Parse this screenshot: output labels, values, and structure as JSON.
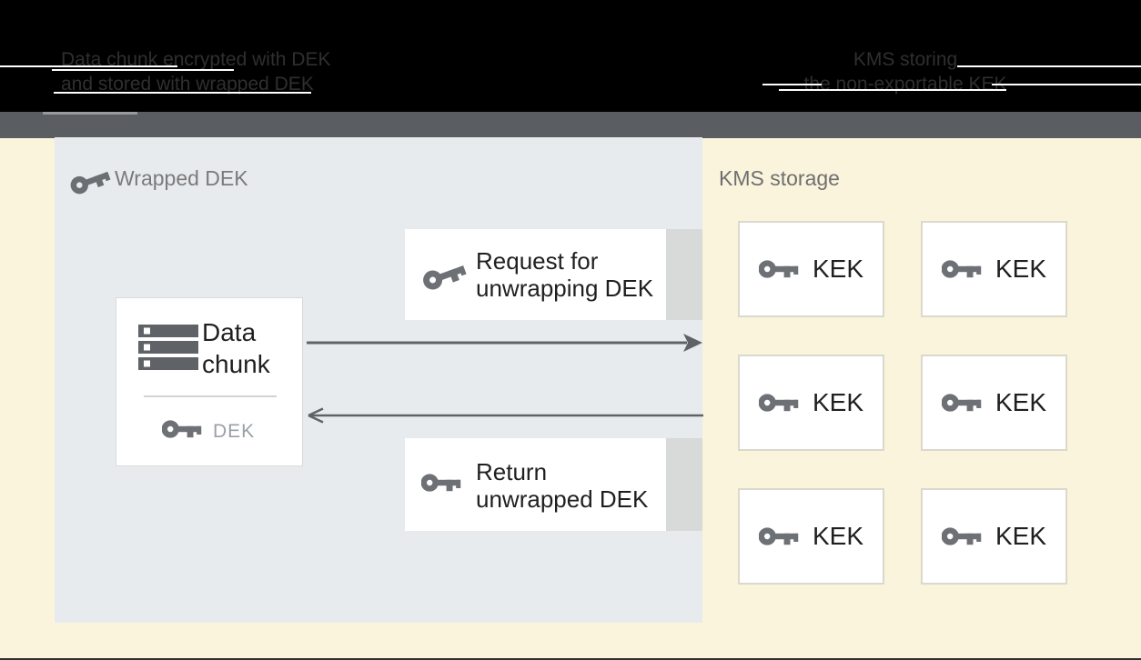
{
  "header": {
    "background": "#000000",
    "caption_left_line1": "Data chunk encrypted with DEK",
    "caption_left_line2": "and stored with wrapped DEK",
    "caption_right_line1": "KMS storing",
    "caption_right_line2": "the non-exportable KEK",
    "divider_band_color": "#5a5e62"
  },
  "storage_panel": {
    "title": "Wrapped DEK",
    "data_chunk": {
      "label": "Data chunk",
      "key_label": "DEK"
    },
    "request_label": "Request for unwrapping DEK",
    "return_label": "Return unwrapped DEK"
  },
  "kms_panel": {
    "title": "KMS storage",
    "kek_boxes": [
      {
        "label": "KEK"
      },
      {
        "label": "KEK"
      },
      {
        "label": "KEK"
      },
      {
        "label": "KEK"
      },
      {
        "label": "KEK"
      },
      {
        "label": "KEK"
      }
    ]
  },
  "icons": {
    "wrapped_key": "tilted-key-icon",
    "plain_key": "key-icon",
    "data_chunk": "storage-stack-icon",
    "request_arrow": "arrow-right",
    "return_arrow": "arrow-left"
  },
  "colors": {
    "page_background": "#faf4dd",
    "storage_panel_background": "#e8ebee",
    "box_white": "#ffffff",
    "box_side_strip": "#d8d9d9",
    "kek_box_border": "#dbd8cc",
    "arrow_gray": "#5f6368",
    "icon_gray": "#6d7175",
    "text_dark": "#1f1f1f",
    "panel_title_gray": "#7a7a7a",
    "dek_label_gray": "#9aa0a6",
    "header_caption_gray": "#2f2f30",
    "divider_band_gray": "#5a5e62"
  }
}
